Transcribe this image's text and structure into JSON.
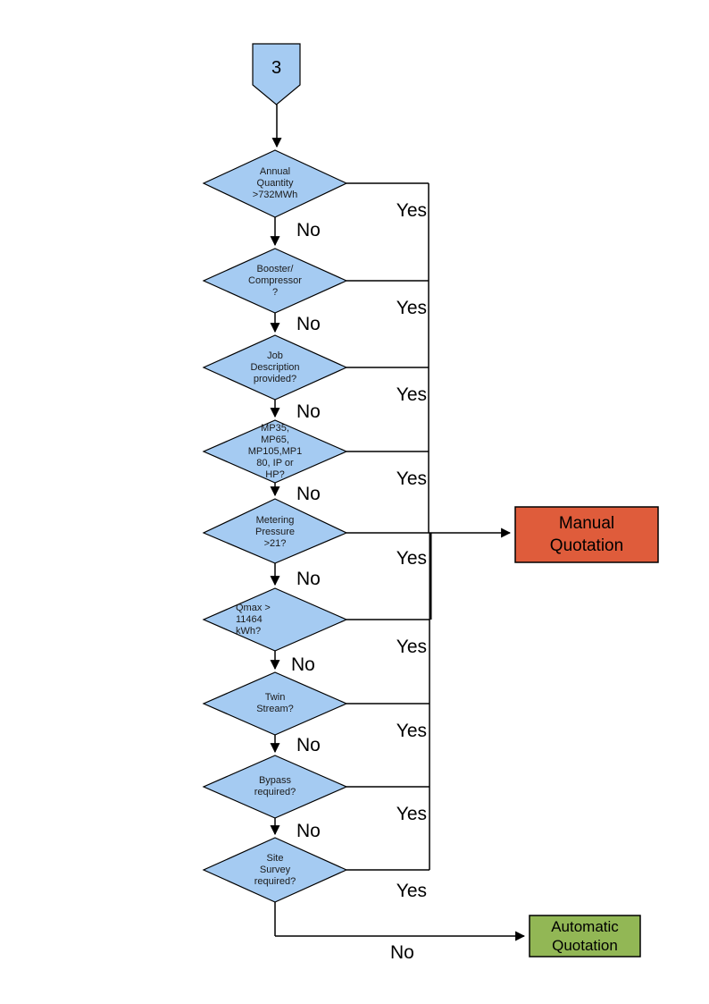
{
  "diagram": {
    "page_connector": {
      "label": "3"
    },
    "decisions": [
      {
        "id": "annual-quantity",
        "label": "Annual\nQuantity\n>732MWh"
      },
      {
        "id": "booster-compressor",
        "label": "Booster/\nCompressor\n?"
      },
      {
        "id": "job-description",
        "label": "Job\nDescription\nprovided?"
      },
      {
        "id": "pressure-tier",
        "label": "MP35,\nMP65,\nMP105,MP1\n80, IP or\nHP?"
      },
      {
        "id": "metering-pressure",
        "label": "Metering\nPressure\n>21?"
      },
      {
        "id": "qmax",
        "label": "Qmax >\n11464\nkWh?"
      },
      {
        "id": "twin-stream",
        "label": "Twin\nStream?"
      },
      {
        "id": "bypass",
        "label": "Bypass\nrequired?"
      },
      {
        "id": "site-survey",
        "label": "Site\nSurvey\nrequired?"
      }
    ],
    "branch_labels": {
      "yes": "Yes",
      "no": "No"
    },
    "outcomes": {
      "manual": {
        "label": "Manual\nQuotation",
        "fill": "#DF5C3B"
      },
      "automatic": {
        "label": "Automatic\nQuotation",
        "fill": "#92B755"
      }
    },
    "colors": {
      "decision_fill": "#A5CBF2",
      "connector_fill": "#A5CBF2",
      "line": "#000000"
    }
  }
}
